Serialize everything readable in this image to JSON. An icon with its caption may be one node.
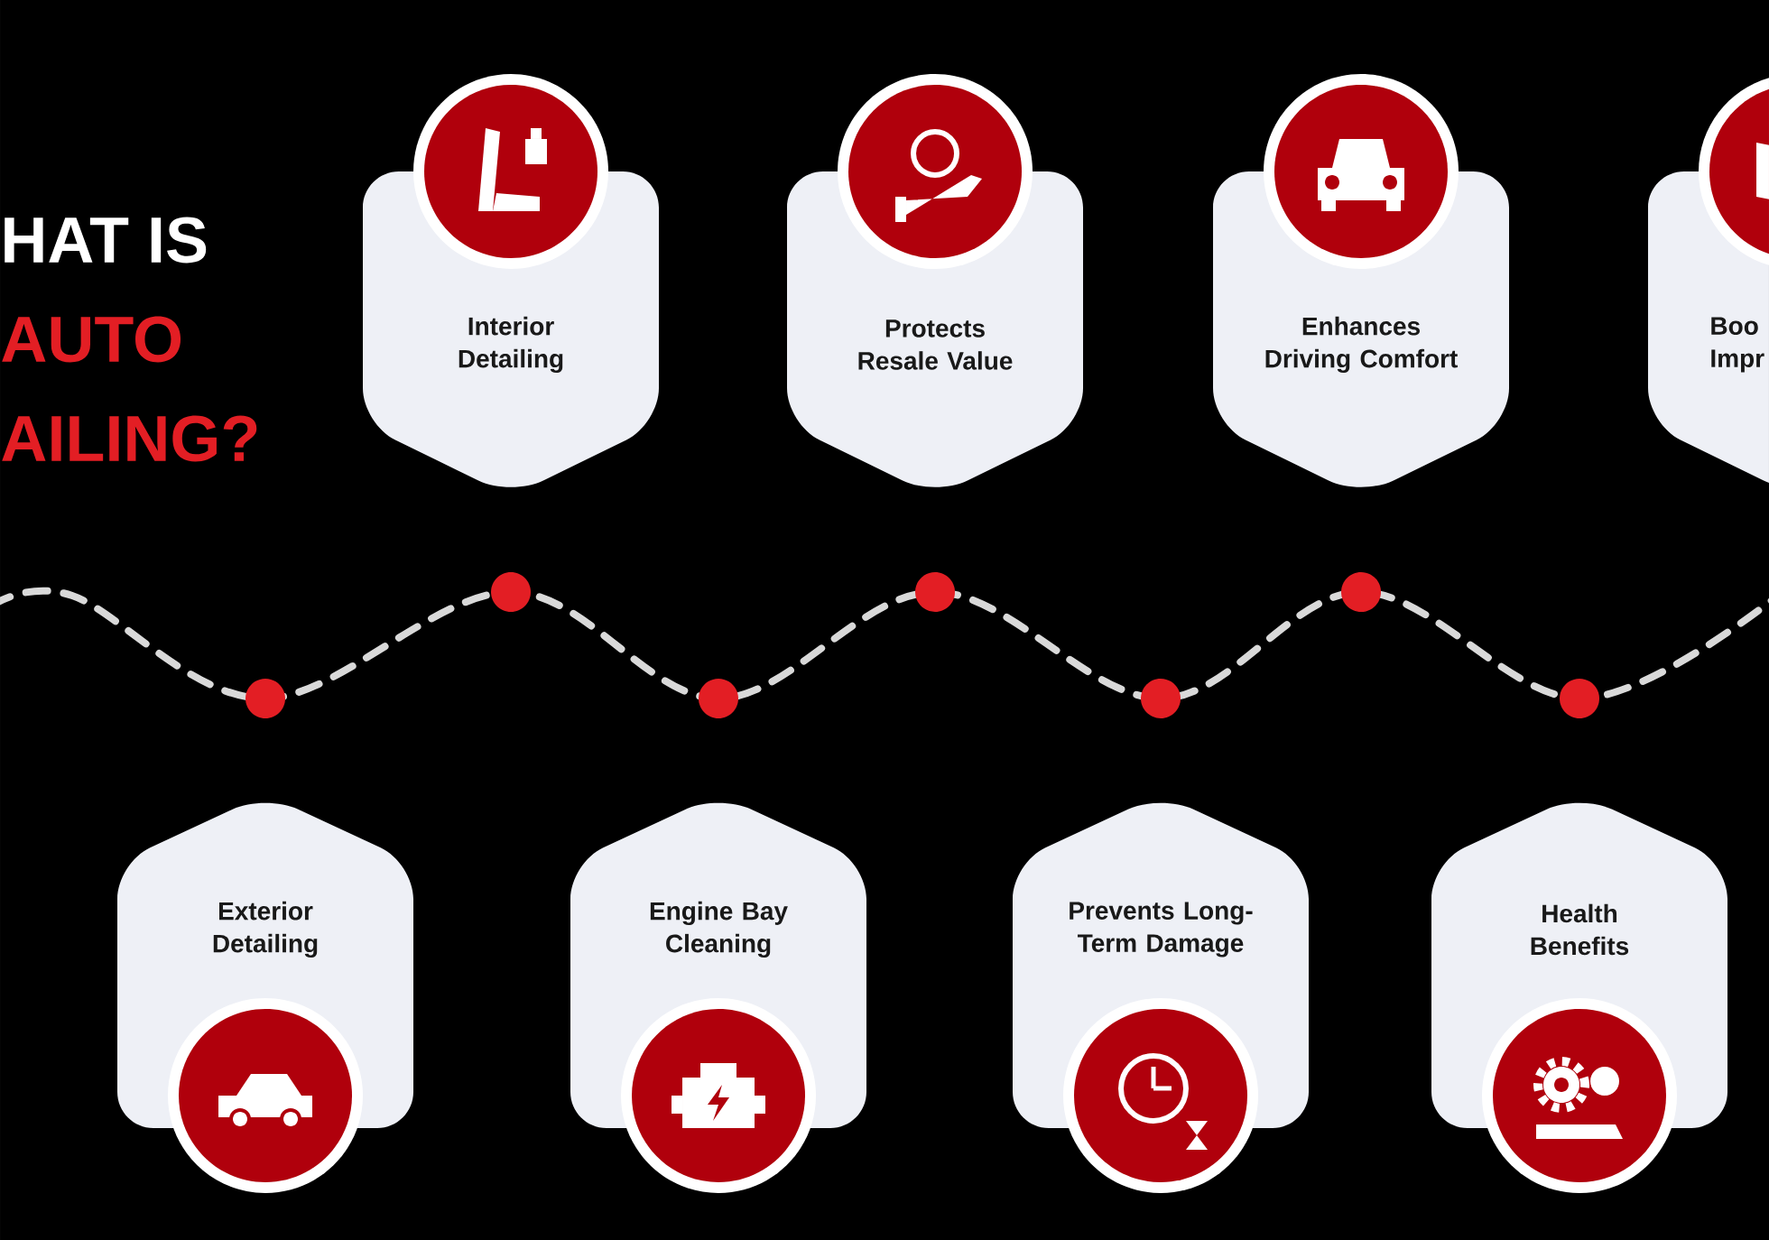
{
  "diagram": {
    "nodes": [
      {
        "text": [
          "Interior Detailing"
        ]
      },
      {
        "text": [
          "Protects Resale Value"
        ]
      },
      {
        "text": [
          "Enhances Driving Comfort"
        ]
      },
      {
        "text": [
          "Boo Impr"
        ]
      },
      {
        "text": [
          "Exterior Detailing"
        ]
      },
      {
        "text": [
          "Engine Bay Cleaning"
        ]
      },
      {
        "text": [
          "Prevents Long-Term Damage"
        ]
      },
      {
        "text": [
          "Health Benefits"
        ]
      }
    ],
    "labels": [
      "HAT IS",
      "AUTO",
      "AILING?"
    ]
  }
}
